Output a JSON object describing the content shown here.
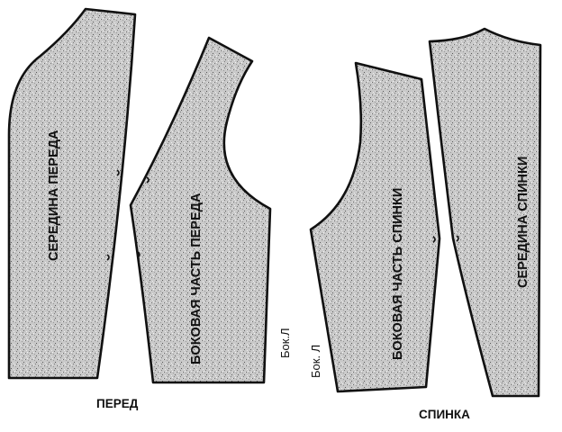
{
  "pattern": {
    "front": {
      "group_label": "ПЕРЕД",
      "center_piece_label": "СЕРЕДИНА ПЕРЕДА",
      "side_piece_label": "БОКОВАЯ ЧАСТЬ ПЕРЕДА",
      "side_mark": "Бок.Л"
    },
    "back": {
      "group_label": "СПИНКА",
      "center_piece_label": "СЕРЕДИНА СПИНКИ",
      "side_piece_label": "БОКОВАЯ ЧАСТЬ СПИНКИ",
      "side_mark": "Бок. Л"
    }
  },
  "colors": {
    "fabric": "#c9c9c9",
    "outline": "#111111",
    "background": "#ffffff"
  }
}
